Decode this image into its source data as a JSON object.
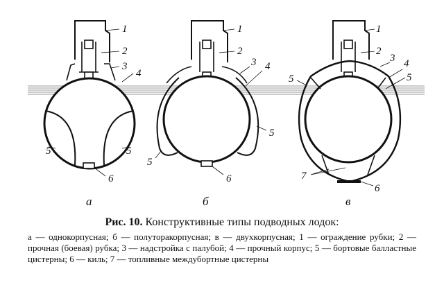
{
  "figure": {
    "variants": [
      {
        "letter": "а",
        "callouts": [
          "1",
          "2",
          "3",
          "4",
          "5",
          "5",
          "6"
        ]
      },
      {
        "letter": "б",
        "callouts": [
          "1",
          "2",
          "3",
          "4",
          "5",
          "5",
          "6"
        ]
      },
      {
        "letter": "в",
        "callouts": [
          "1",
          "2",
          "3",
          "4",
          "5",
          "5",
          "6",
          "7"
        ]
      }
    ]
  },
  "caption": {
    "prefix": "Рис. 10.",
    "title": "Конструктивные типы подводных лодок:",
    "legend": "а — однокорпусная; б — полуторакорпусная; в — двухкорпусная; 1 — ограждение рубки; 2 — прочная (боевая) рубка; 3 — надстройка с палубой; 4 — прочный корпус; 5 — бортовые балластные цистерны; 6 — киль; 7 — топливные междубортные цистерны"
  }
}
